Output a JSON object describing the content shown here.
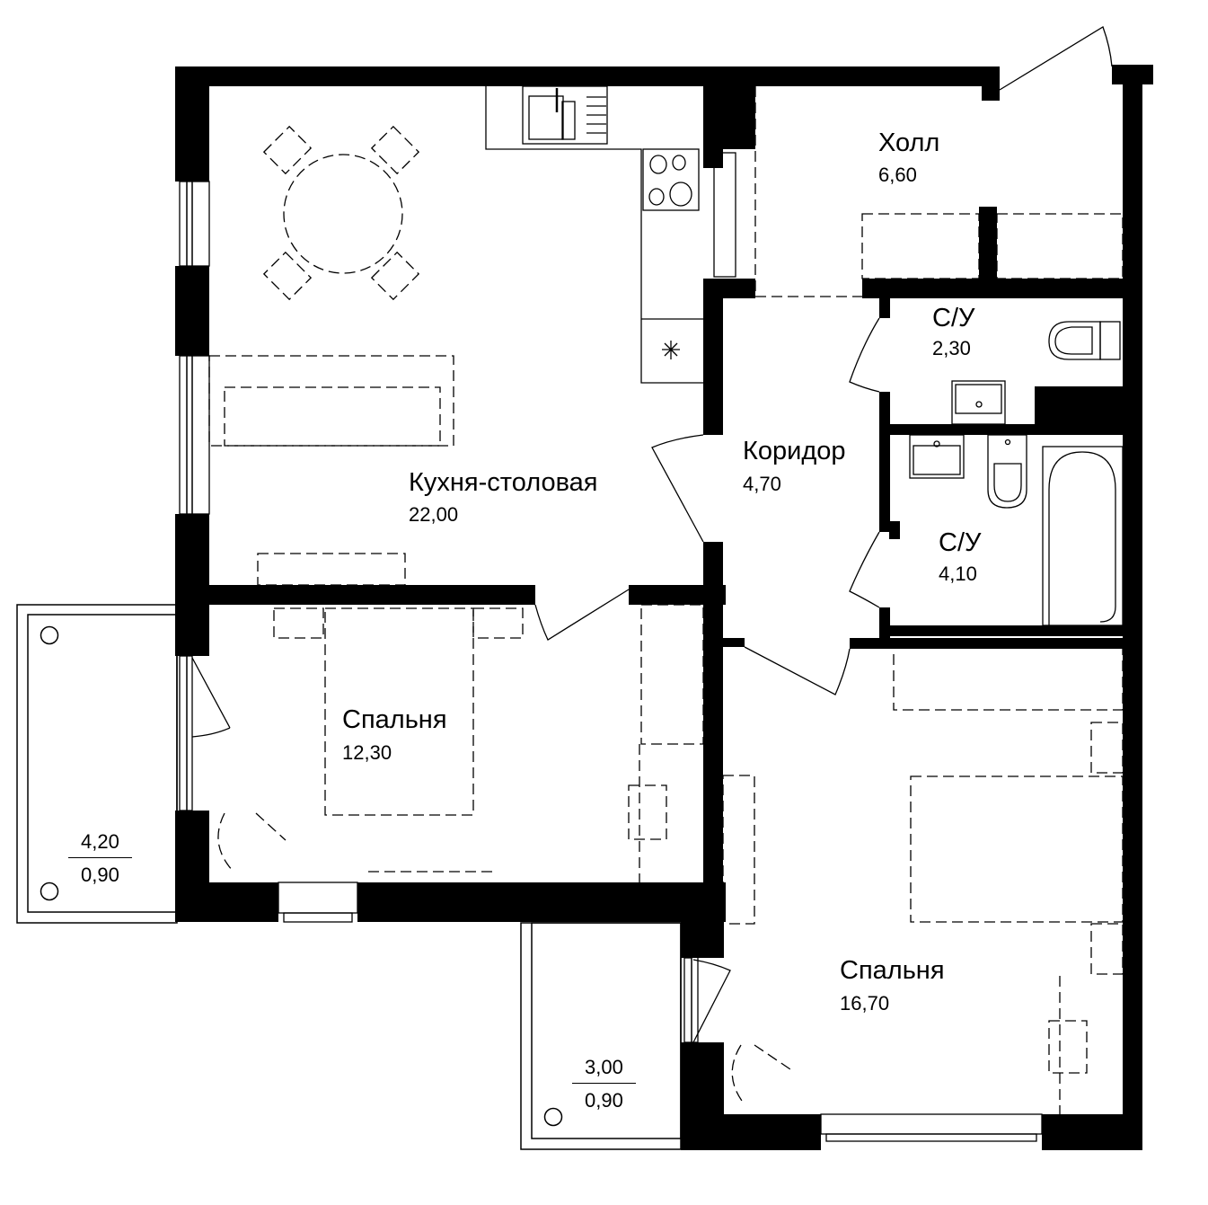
{
  "plan": {
    "wall_color": "#000000",
    "background": "#ffffff",
    "rooms": [
      {
        "id": "kitchen",
        "name": "Кухня-столовая",
        "area": "22,00"
      },
      {
        "id": "hall",
        "name": "Холл",
        "area": "6,60"
      },
      {
        "id": "corridor",
        "name": "Коридор",
        "area": "4,70"
      },
      {
        "id": "bathroom-small",
        "name": "С/У",
        "area": "2,30"
      },
      {
        "id": "bathroom-large",
        "name": "С/У",
        "area": "4,10"
      },
      {
        "id": "bedroom-small",
        "name": "Спальня",
        "area": "12,30"
      },
      {
        "id": "bedroom-large",
        "name": "Спальня",
        "area": "16,70"
      }
    ],
    "balconies": [
      {
        "id": "balcony-left",
        "area": "4,20",
        "coefficient": "0,90"
      },
      {
        "id": "balcony-bottom",
        "area": "3,00",
        "coefficient": "0,90"
      }
    ],
    "furniture_icons": [
      "round-dining-table-icon",
      "chair-icon",
      "sink-icon",
      "cooktop-icon",
      "fridge-icon",
      "sofa-icon",
      "tv-icon",
      "double-bed-icon",
      "nightstand-icon",
      "armchair-icon",
      "desk-icon",
      "wardrobe-icon",
      "toilet-icon",
      "washbasin-icon",
      "bathtub-icon",
      "entrance-door-icon"
    ]
  }
}
